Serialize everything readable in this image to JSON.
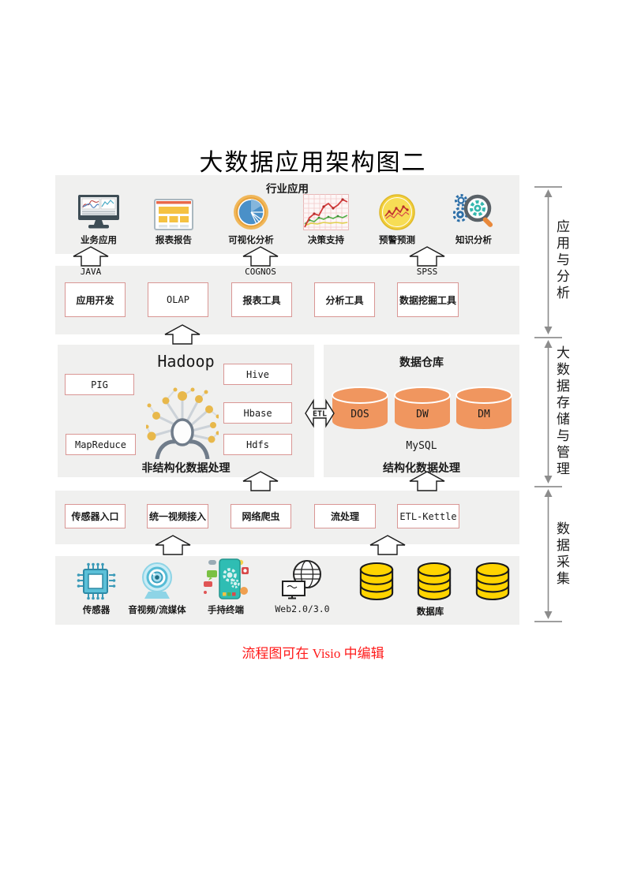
{
  "page": {
    "title": "大数据应用架构图二",
    "caption": "流程图可在 Visio 中编辑"
  },
  "industry_layer": {
    "title": "行业应用",
    "apps": [
      {
        "label": "业务应用",
        "icon": "monitor-charts-icon"
      },
      {
        "label": "报表报告",
        "icon": "report-document-icon"
      },
      {
        "label": "可视化分析",
        "icon": "pie-chart-icon"
      },
      {
        "label": "决策支持",
        "icon": "line-chart-icon"
      },
      {
        "label": "预警预测",
        "icon": "alert-forecast-icon"
      },
      {
        "label": "知识分析",
        "icon": "magnifier-gears-icon"
      }
    ]
  },
  "tech_arrows": [
    {
      "label": "JAVA"
    },
    {
      "label": "COGNOS"
    },
    {
      "label": "SPSS"
    }
  ],
  "tools_layer": {
    "boxes": [
      "应用开发",
      "OLAP",
      "报表工具",
      "分析工具",
      "数据挖掘工具"
    ]
  },
  "hadoop_panel": {
    "title": "Hadoop",
    "left_boxes": [
      "PIG",
      "MapReduce"
    ],
    "right_boxes": [
      "Hive",
      "Hbase",
      "Hdfs"
    ],
    "caption": "非结构化数据处理"
  },
  "etl_connector": {
    "label": "ETL"
  },
  "warehouse_panel": {
    "title": "数据仓库",
    "cylinders": [
      "DOS",
      "DW",
      "DM"
    ],
    "db_label": "MySQL",
    "caption": "结构化数据处理"
  },
  "ingest_layer": {
    "boxes": [
      "传感器入口",
      "统一视频接入",
      "网络爬虫",
      "流处理",
      "ETL-Kettle"
    ]
  },
  "source_layer": {
    "items": [
      {
        "label": "传感器",
        "icon": "chip-icon"
      },
      {
        "label": "音视频/流媒体",
        "icon": "webcam-icon"
      },
      {
        "label": "手持终端",
        "icon": "smartphone-icon"
      },
      {
        "label": "Web2.0/3.0",
        "icon": "globe-monitor-icon"
      },
      {
        "label": "数据库",
        "icon": "database-cylinders-icon"
      }
    ]
  },
  "side_ruler": {
    "sections": [
      {
        "label": "应用与分析"
      },
      {
        "label": "大数据存储与管理"
      },
      {
        "label": "数据采集"
      }
    ]
  },
  "colors": {
    "band_bg": "#f0f0ef",
    "box_border": "#d99694",
    "cylinder_orange": "#f0965f",
    "cylinder_yellow": "#ffd400",
    "caption_red": "#ff1a1a",
    "ruler_gray": "#9e9e9e"
  }
}
